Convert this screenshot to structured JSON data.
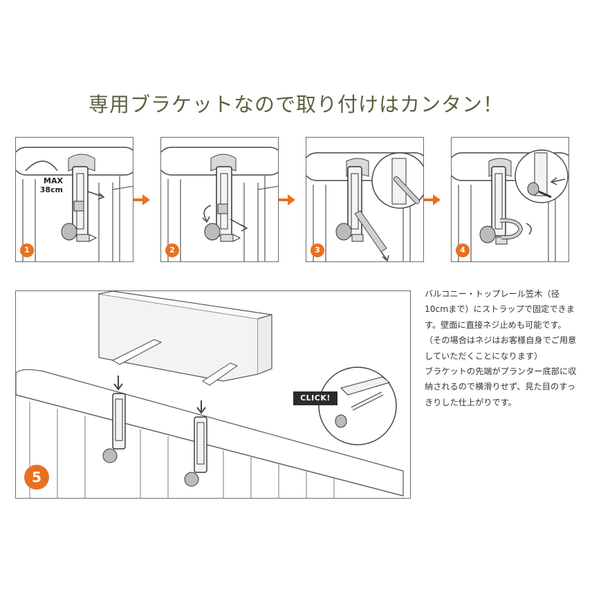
{
  "title": "専用ブラケットなので取り付けはカンタン！",
  "steps": [
    {
      "number": "1"
    },
    {
      "number": "2"
    },
    {
      "number": "3"
    },
    {
      "number": "4"
    },
    {
      "number": "5"
    }
  ],
  "labels": {
    "max_line1": "MAX",
    "max_line2": "38cm",
    "click": "CLICK!"
  },
  "description": [
    "バルコニー・トップレール笠木（径10cmまで）にストラップで固定できます。壁面に直接ネジ止めも可能です。（その場合はネジはお客様自身でご用意していただくことになります）",
    "ブラケットの先端がプランター底部に収納されるので横滑りせず、見た目のすっきりした仕上がりです。"
  ],
  "colors": {
    "accent": "#e8711f",
    "title": "#5e5e42",
    "line": "#444444"
  }
}
